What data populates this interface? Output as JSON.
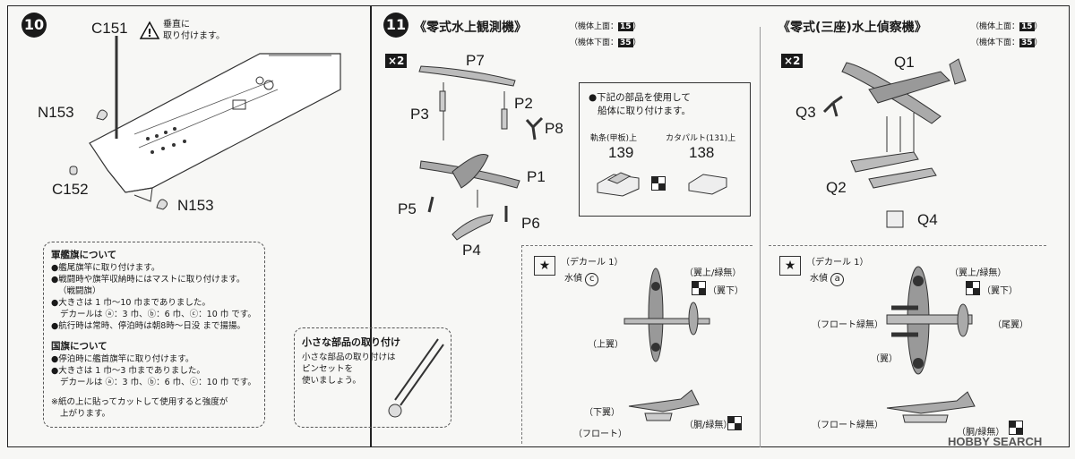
{
  "step10": {
    "number": "10",
    "label_c151": "C151",
    "warning_text_1": "垂直に",
    "warning_text_2": "取り付けます。",
    "label_n153_top": "N153",
    "label_n153_bottom": "N153",
    "label_c152": "C152",
    "flag_notes": {
      "title_navy": "軍艦旗について",
      "navy_lines": [
        "●艦尾旗竿に取り付けます。",
        "●戦闘時や旗竿収納時にはマストに取り付けます。",
        "（戦闘旗）",
        "●大きさは 1 巾〜10 巾までありました。",
        "デカールは ⓐ：3 巾、ⓑ：6 巾、ⓒ：10 巾 です。",
        "●航行時は常時、停泊時は朝8時〜日没 まで揚揚。"
      ],
      "title_national": "国旗について",
      "national_lines": [
        "●停泊時に艦首旗竿に取り付けます。",
        "●大きさは 1 巾〜3 巾までありました。",
        "デカールは ⓐ：3 巾、ⓑ：6 巾、ⓒ：10 巾 です。"
      ],
      "footnote_1": "※紙の上に貼ってカットして使用すると強度が",
      "footnote_2": "上がります。"
    },
    "small_parts": {
      "title": "小さな部品の取り付け",
      "line1": "小さな部品の取り付けは",
      "line2": "ピンセットを",
      "line3": "使いましょう。"
    }
  },
  "step11": {
    "number": "11",
    "left": {
      "title": "《零式水上観測機》",
      "multiplier": "×2",
      "color_upper_label": "（機体上面：",
      "color_upper_num": "15",
      "color_lower_label": "（機体下面：",
      "color_lower_num": "35",
      "close_paren": "）",
      "parts": [
        "P7",
        "P3",
        "P2",
        "P8",
        "P1",
        "P5",
        "P6",
        "P4"
      ],
      "note_box": {
        "line1": "●下記の部品を使用して",
        "line2": "船体に取り付けます。",
        "left_caption": "軌条(甲板)上",
        "left_num": "139",
        "right_caption": "カタパルト(131)上",
        "right_num": "138"
      },
      "decal": {
        "decal_label": "（デカール 1）",
        "suisei_label": "水偵",
        "letter": "c",
        "upper_wing_right": "（翼上/緑無）",
        "wing_lower": "（翼下）",
        "upper_wing_left": "（上翼）",
        "lower_wing": "（下翼）",
        "float": "（フロート）",
        "fuselage": "（胴/緑無）"
      }
    },
    "right": {
      "title": "《零式(三座)水上偵察機》",
      "multiplier": "×2",
      "color_upper_label": "（機体上面：",
      "color_upper_num": "15",
      "color_lower_label": "（機体下面：",
      "color_lower_num": "35",
      "close_paren": "）",
      "parts": [
        "Q1",
        "Q3",
        "Q2",
        "Q4"
      ],
      "decal": {
        "decal_label": "（デカール 1）",
        "suisei_label": "水偵",
        "letter": "a",
        "upper_wing_right": "（翼上/緑無）",
        "wing_lower": "（翼下）",
        "float_left": "（フロート緑無）",
        "tail": "（尾翼）",
        "wing": "（翼）",
        "float_bottom": "（フロート緑無）",
        "fuselage": "（胴/緑無）"
      }
    }
  },
  "watermark": "HOBBY SEARCH"
}
